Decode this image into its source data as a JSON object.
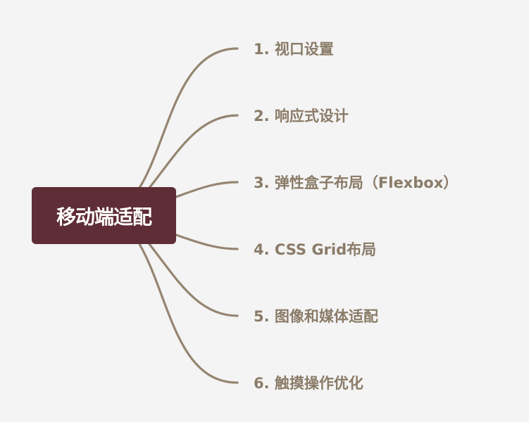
{
  "colors": {
    "background": "#f4f4f4",
    "root_fill": "#5f2d36",
    "root_text": "#ffffff",
    "branch_line": "#958571",
    "branch_text": "#8a7b68"
  },
  "root": {
    "label": "移动端适配"
  },
  "branches": [
    {
      "label": "1. 视口设置"
    },
    {
      "label": "2. 响应式设计"
    },
    {
      "label": "3. 弹性盒子布局（Flexbox）"
    },
    {
      "label": "4. CSS Grid布局"
    },
    {
      "label": "5. 图像和媒体适配"
    },
    {
      "label": "6. 触摸操作优化"
    }
  ]
}
